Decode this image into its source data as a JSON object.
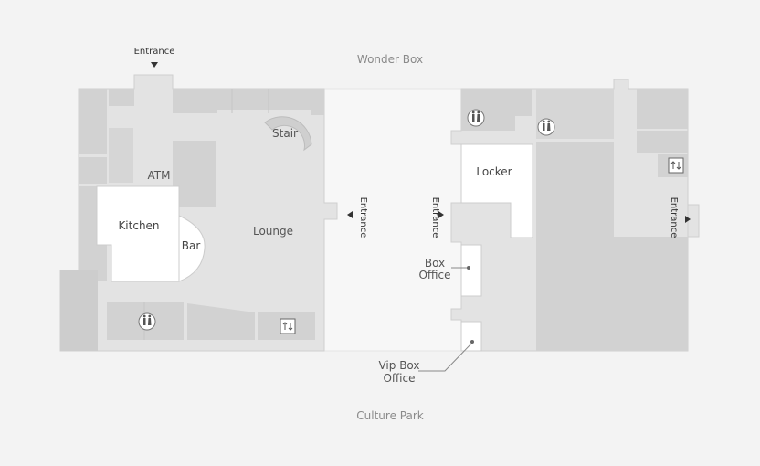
{
  "map": {
    "surroundings": {
      "north": "Wonder Box",
      "south": "Culture Park"
    },
    "labels": {
      "entrance_top": "Entrance",
      "entrance_left_bldg": "Entrance",
      "entrance_right_bldg": "Entrance",
      "entrance_far_right": "Entrance",
      "stair": "Stair",
      "atm": "ATM",
      "kitchen": "Kitchen",
      "bar": "Bar",
      "lounge": "Lounge",
      "locker": "Locker",
      "box_office_line1": "Box",
      "box_office_line2": "Office",
      "vip_box_office_line1": "Vip Box",
      "vip_box_office_line2": "Office"
    },
    "icons": {
      "restroom": "restroom-icon",
      "elevator": "elevator-icon"
    },
    "colors": {
      "background": "#f3f3f3",
      "floor": "#e3e3e3",
      "block": "#d2d2d2",
      "room": "#ffffff",
      "text": "#555555",
      "street_text": "#8a8a8a"
    }
  }
}
